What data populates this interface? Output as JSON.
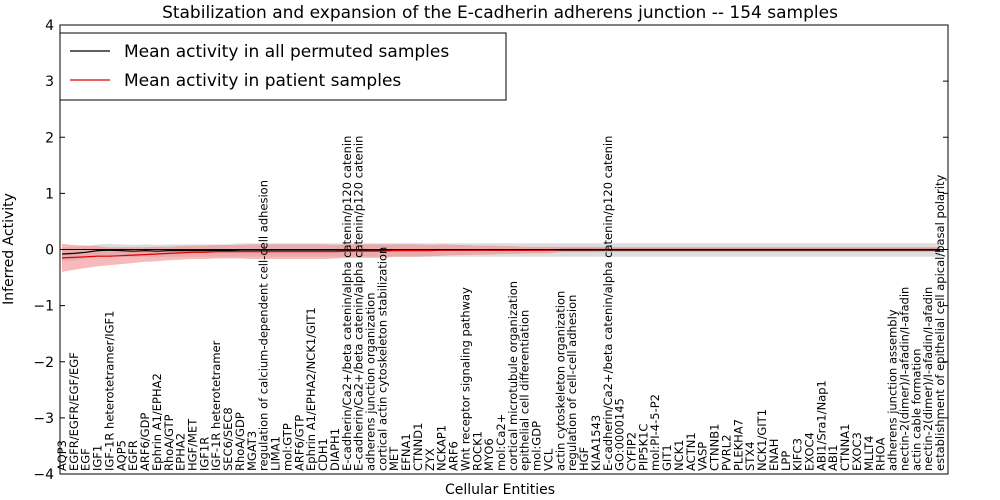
{
  "chart_data": {
    "type": "line",
    "title": "Stabilization and expansion of the E-cadherin adherens junction -- 154 samples",
    "xlabel": "Cellular Entities",
    "ylabel": "Inferred Activity",
    "ylim": [
      -4,
      4
    ],
    "yticks": [
      -4,
      -3,
      -2,
      -1,
      0,
      1,
      2,
      3,
      4
    ],
    "grid": false,
    "legend_position": "top-left",
    "categories": [
      "AQP3",
      "EGFR/EGFR/EGF/EGF",
      "EGF",
      "IGF1",
      "IGF-1R heterotetramer/IGF1",
      "AQP5",
      "EGFR",
      "ARF6/GDP",
      "Ephrin A1/EPHA2",
      "RhoA/GTP",
      "EPHA2",
      "HGF/MET",
      "IGF1R",
      "IGF-1R heterotetramer",
      "SEC6/SEC8",
      "RhoA/GDP",
      "MGAT3",
      "regulation of calcium-dependent cell-cell adhesion",
      "LIMA1",
      "mol:GTP",
      "ARF6/GTP",
      "Ephrin A1/EPHA2/NCK1/GIT1",
      "CDH1",
      "DIAPH1",
      "E-cadherin/Ca2+/beta catenin/alpha catenin/p120 catenin",
      "E-cadherin/Ca2+/beta catenin/alpha catenin/p120 catenin",
      "adherens junction organization",
      "cortical actin cytoskeleton stabilization",
      "MET",
      "EFNA1",
      "CTNND1",
      "ZYX",
      "NCKAP1",
      "ARF6",
      "Wnt receptor signaling pathway",
      "ROCK1",
      "MYO6",
      "mol:Ca2+",
      "cortical microtubule organization",
      "epithelial cell differentiation",
      "mol:GDP",
      "VCL",
      "actin cytoskeleton organization",
      "regulation of cell-cell adhesion",
      "HGF",
      "KIAA1543",
      "E-cadherin/Ca2+/beta catenin/alpha catenin/p120 catenin",
      "GO:0000145",
      "CYFIP2",
      "PIP5K1C",
      "mol:PI-4-5-P2",
      "GIT1",
      "NCK1",
      "ACTN1",
      "VASP",
      "CTNNB1",
      "PVRL2",
      "PLEKHA7",
      "STX4",
      "NCK1/GIT1",
      "ENAH",
      "LPP",
      "KIFC3",
      "EXOC4",
      "ABI1/Sra1/Nap1",
      "ABI1",
      "CTNNA1",
      "EXOC3",
      "MLLT4",
      "RHOA",
      "adherens junction assembly",
      "nectin-2(dimer)/I-afadin/I-afadin",
      "actin cable formation",
      "nectin-2(dimer)/I-afadin/I-afadin",
      "establishment of epithelial cell apical/basal polarity"
    ],
    "series": [
      {
        "name": "Mean activity in all permuted samples",
        "color": "#000000",
        "band_color": "#bbbbbb",
        "values": [
          -0.08,
          -0.07,
          -0.05,
          -0.02,
          -0.01,
          -0.02,
          -0.03,
          -0.02,
          -0.03,
          -0.02,
          -0.02,
          -0.02,
          -0.02,
          -0.02,
          -0.02,
          -0.01,
          -0.01,
          -0.01,
          -0.01,
          -0.01,
          -0.01,
          -0.01,
          -0.01,
          -0.01,
          -0.01,
          -0.01,
          -0.01,
          -0.01,
          -0.01,
          -0.01,
          -0.01,
          -0.01,
          -0.01,
          -0.01,
          -0.01,
          -0.01,
          -0.01,
          -0.01,
          -0.01,
          -0.01,
          -0.01,
          -0.01,
          -0.01,
          -0.01,
          -0.01,
          -0.01,
          -0.01,
          -0.01,
          -0.01,
          -0.01,
          -0.01,
          -0.01,
          -0.01,
          -0.01,
          -0.01,
          -0.01,
          -0.01,
          -0.01,
          -0.01,
          -0.01,
          -0.01,
          -0.01,
          -0.01,
          -0.01,
          -0.01,
          -0.01,
          -0.01,
          -0.01,
          -0.01,
          -0.01,
          -0.01,
          -0.01,
          -0.01,
          -0.01,
          -0.01
        ],
        "band": [
          0.12,
          0.12,
          0.11,
          0.11,
          0.11,
          0.11,
          0.11,
          0.11,
          0.11,
          0.11,
          0.11,
          0.11,
          0.11,
          0.11,
          0.11,
          0.12,
          0.12,
          0.12,
          0.12,
          0.12,
          0.12,
          0.12,
          0.12,
          0.12,
          0.12,
          0.12,
          0.12,
          0.12,
          0.12,
          0.12,
          0.12,
          0.12,
          0.12,
          0.12,
          0.12,
          0.12,
          0.12,
          0.12,
          0.12,
          0.12,
          0.12,
          0.12,
          0.12,
          0.12,
          0.12,
          0.12,
          0.12,
          0.12,
          0.12,
          0.12,
          0.12,
          0.12,
          0.12,
          0.12,
          0.12,
          0.12,
          0.12,
          0.12,
          0.12,
          0.12,
          0.12,
          0.12,
          0.12,
          0.12,
          0.12,
          0.12,
          0.12,
          0.12,
          0.12,
          0.12,
          0.12,
          0.12,
          0.12,
          0.12,
          0.12
        ]
      },
      {
        "name": "Mean activity in patient samples",
        "color": "#dd0000",
        "band_color": "#f08080",
        "values": [
          -0.15,
          -0.14,
          -0.13,
          -0.12,
          -0.12,
          -0.11,
          -0.1,
          -0.09,
          -0.08,
          -0.07,
          -0.06,
          -0.05,
          -0.05,
          -0.04,
          -0.04,
          -0.04,
          -0.04,
          -0.04,
          -0.04,
          -0.04,
          -0.04,
          -0.04,
          -0.04,
          -0.04,
          -0.03,
          -0.03,
          -0.03,
          -0.03,
          -0.02,
          -0.02,
          -0.02,
          -0.02,
          -0.01,
          -0.01,
          -0.01,
          -0.01,
          -0.01,
          -0.01,
          -0.01,
          -0.01,
          -0.01,
          -0.01,
          0,
          0,
          0,
          0,
          0,
          0,
          0,
          0,
          0,
          0,
          0,
          0,
          0,
          0,
          0,
          0,
          0,
          0,
          0,
          0,
          0,
          0,
          0,
          0,
          0,
          0,
          0,
          0,
          0,
          0,
          0,
          0,
          0
        ],
        "band": [
          0.25,
          0.22,
          0.2,
          0.18,
          0.16,
          0.15,
          0.14,
          0.13,
          0.13,
          0.12,
          0.12,
          0.12,
          0.12,
          0.12,
          0.12,
          0.12,
          0.13,
          0.13,
          0.13,
          0.13,
          0.13,
          0.13,
          0.13,
          0.12,
          0.12,
          0.12,
          0.12,
          0.12,
          0.11,
          0.11,
          0.11,
          0.1,
          0.1,
          0.09,
          0.09,
          0.08,
          0.08,
          0.07,
          0.07,
          0.06,
          0.06,
          0.06,
          0.05,
          0.05,
          0.05,
          0.05,
          0.04,
          0.04,
          0.04,
          0.04,
          0.04,
          0.04,
          0.04,
          0.04,
          0.04,
          0.04,
          0.04,
          0.04,
          0.04,
          0.04,
          0.04,
          0.04,
          0.04,
          0.04,
          0.04,
          0.04,
          0.04,
          0.04,
          0.04,
          0.04,
          0.04,
          0.04,
          0.04,
          0.04,
          0.04
        ]
      }
    ]
  }
}
